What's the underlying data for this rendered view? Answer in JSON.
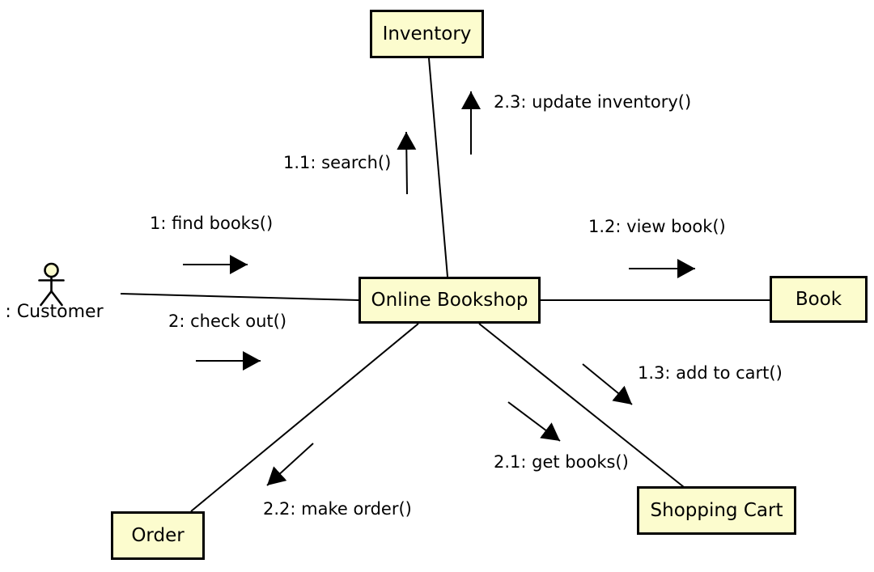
{
  "diagram": {
    "type": "uml-communication-diagram",
    "background": "#ffffff",
    "colors": {
      "node_fill": "#fcfcce",
      "node_border": "#000000",
      "line": "#000000",
      "text": "#000000"
    },
    "actor": {
      "id": "customer",
      "label": ": Customer"
    },
    "nodes": [
      {
        "id": "inventory",
        "label": "Inventory"
      },
      {
        "id": "online-bookshop",
        "label": "Online Bookshop"
      },
      {
        "id": "book",
        "label": "Book"
      },
      {
        "id": "shopping-cart",
        "label": "Shopping Cart"
      },
      {
        "id": "order",
        "label": "Order"
      }
    ],
    "associations": [
      {
        "from": "customer",
        "to": "online-bookshop"
      },
      {
        "from": "online-bookshop",
        "to": "inventory"
      },
      {
        "from": "online-bookshop",
        "to": "book"
      },
      {
        "from": "online-bookshop",
        "to": "shopping-cart"
      },
      {
        "from": "online-bookshop",
        "to": "order"
      }
    ],
    "messages": [
      {
        "seq": "1",
        "label": "1: find books()",
        "from": "customer",
        "to": "online-bookshop"
      },
      {
        "seq": "2",
        "label": "2: check out()",
        "from": "customer",
        "to": "online-bookshop"
      },
      {
        "seq": "1.1",
        "label": "1.1: search()",
        "from": "online-bookshop",
        "to": "inventory"
      },
      {
        "seq": "2.3",
        "label": "2.3: update inventory()",
        "from": "online-bookshop",
        "to": "inventory"
      },
      {
        "seq": "1.2",
        "label": "1.2: view book()",
        "from": "online-bookshop",
        "to": "book"
      },
      {
        "seq": "1.3",
        "label": "1.3: add to cart()",
        "from": "online-bookshop",
        "to": "shopping-cart"
      },
      {
        "seq": "2.1",
        "label": "2.1: get books()",
        "from": "online-bookshop",
        "to": "shopping-cart"
      },
      {
        "seq": "2.2",
        "label": "2.2: make order()",
        "from": "online-bookshop",
        "to": "order"
      }
    ]
  }
}
